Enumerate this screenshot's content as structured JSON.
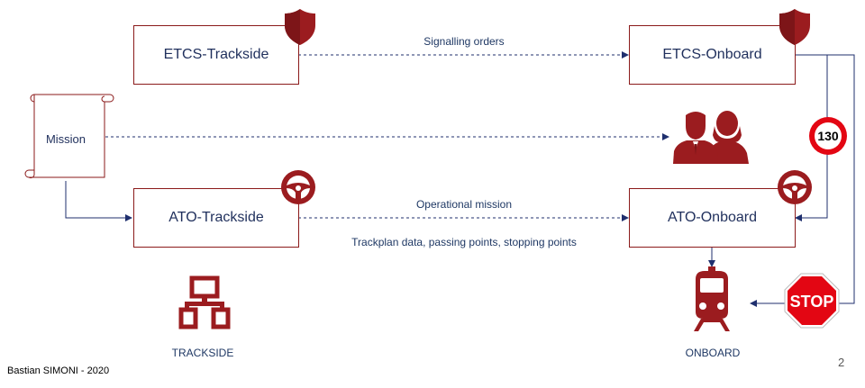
{
  "boxes": {
    "etcs_trackside": "ETCS-Trackside",
    "etcs_onboard": "ETCS-Onboard",
    "ato_trackside": "ATO-Trackside",
    "ato_onboard": "ATO-Onboard",
    "mission": "Mission"
  },
  "arrows": {
    "signalling_orders": "Signalling orders",
    "operational_mission": "Operational mission",
    "trackplan_data": "Trackplan data, passing points, stopping points"
  },
  "signs": {
    "speed_limit": "130",
    "stop": "STOP"
  },
  "captions": {
    "trackside": "TRACKSIDE",
    "onboard": "ONBOARD"
  },
  "footer": {
    "author": "Bastian SIMONI - 2020",
    "page_number": "2"
  },
  "colors": {
    "brand_red": "#9b1c1f",
    "box_border": "#8b1a1a",
    "line_blue": "#1f2f6e",
    "text_blue": "#1f3864"
  },
  "icons": [
    "shield-icon",
    "steering-wheel-icon",
    "people-icon",
    "network-icon",
    "train-icon",
    "speed-limit-sign-icon",
    "stop-sign-icon",
    "scroll-icon"
  ]
}
